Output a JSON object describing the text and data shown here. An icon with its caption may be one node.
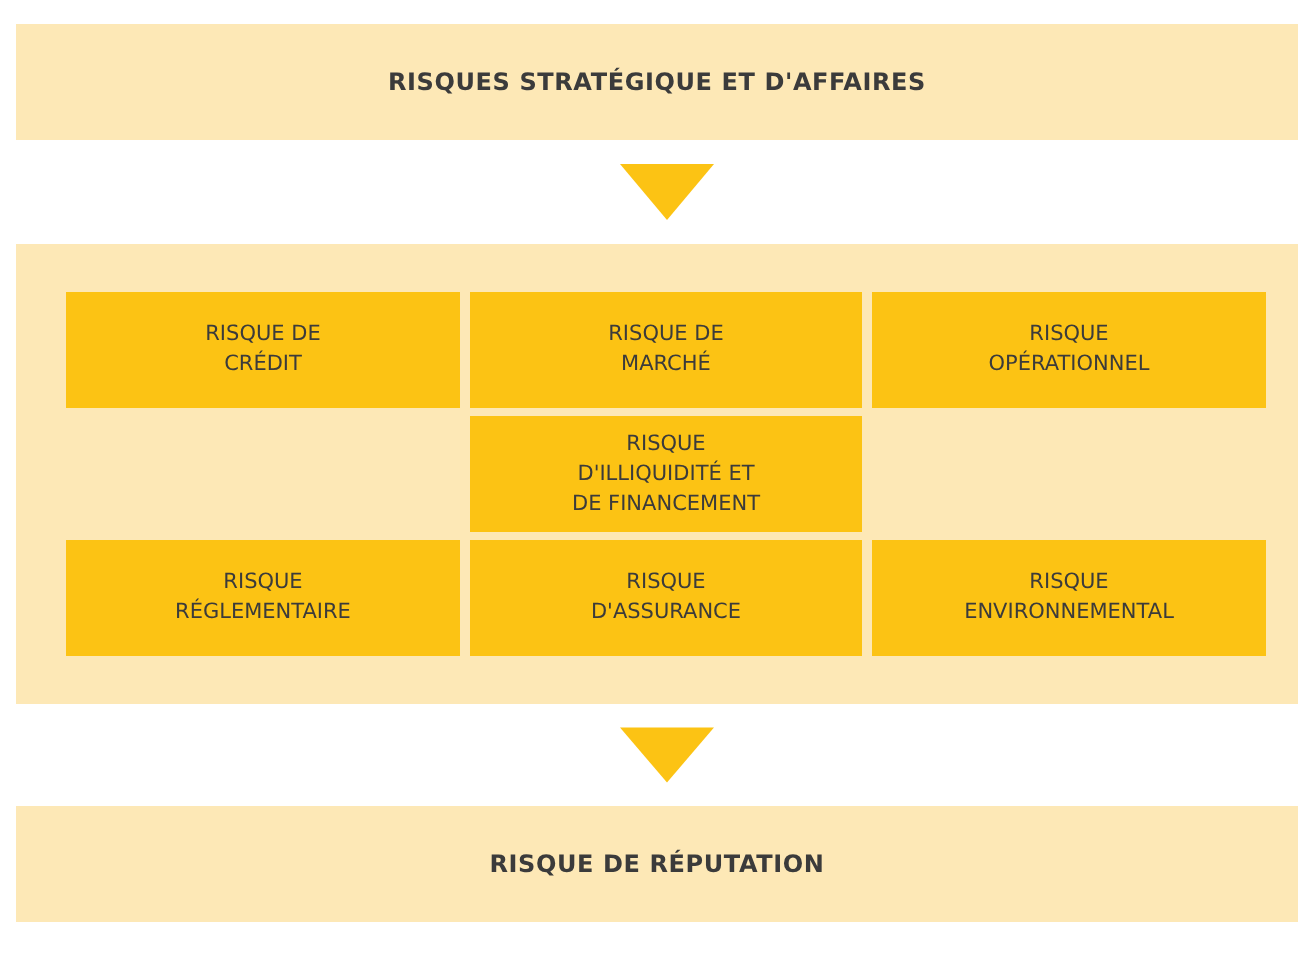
{
  "diagram": {
    "nodes": [
      {
        "text": [
          "RISQUES STRATÉGIQUE ET D'AFFAIRES"
        ]
      },
      {
        "text": [],
        "shape": "box"
      },
      {
        "text": [
          "RISQUE DE CRÉDIT"
        ],
        "in": 1
      },
      {
        "text": [
          "RISQUE DE MARCHÉ"
        ],
        "in": 1
      },
      {
        "text": [
          "RISQUE OPÉRATIONNEL"
        ],
        "in": 1
      },
      {
        "text": [
          "RISQUE D'ILLIQUIDITÉ ET DE FINANCEMENT"
        ],
        "in": 1
      },
      {
        "text": [
          "RISQUE RÉGLEMENTAIRE"
        ],
        "in": 1
      },
      {
        "text": [
          "RISQUE D'ASSURANCE"
        ],
        "in": 1
      },
      {
        "text": [
          "RISQUE ENVIRONNEMENTAL"
        ],
        "in": 1
      },
      {
        "text": [
          "RISQUE DE RÉPUTATION"
        ]
      }
    ],
    "edges": [
      {
        "from": 0,
        "to": 1,
        "arrow": "to"
      },
      {
        "from": 1,
        "to": 9,
        "arrow": "to"
      }
    ]
  }
}
